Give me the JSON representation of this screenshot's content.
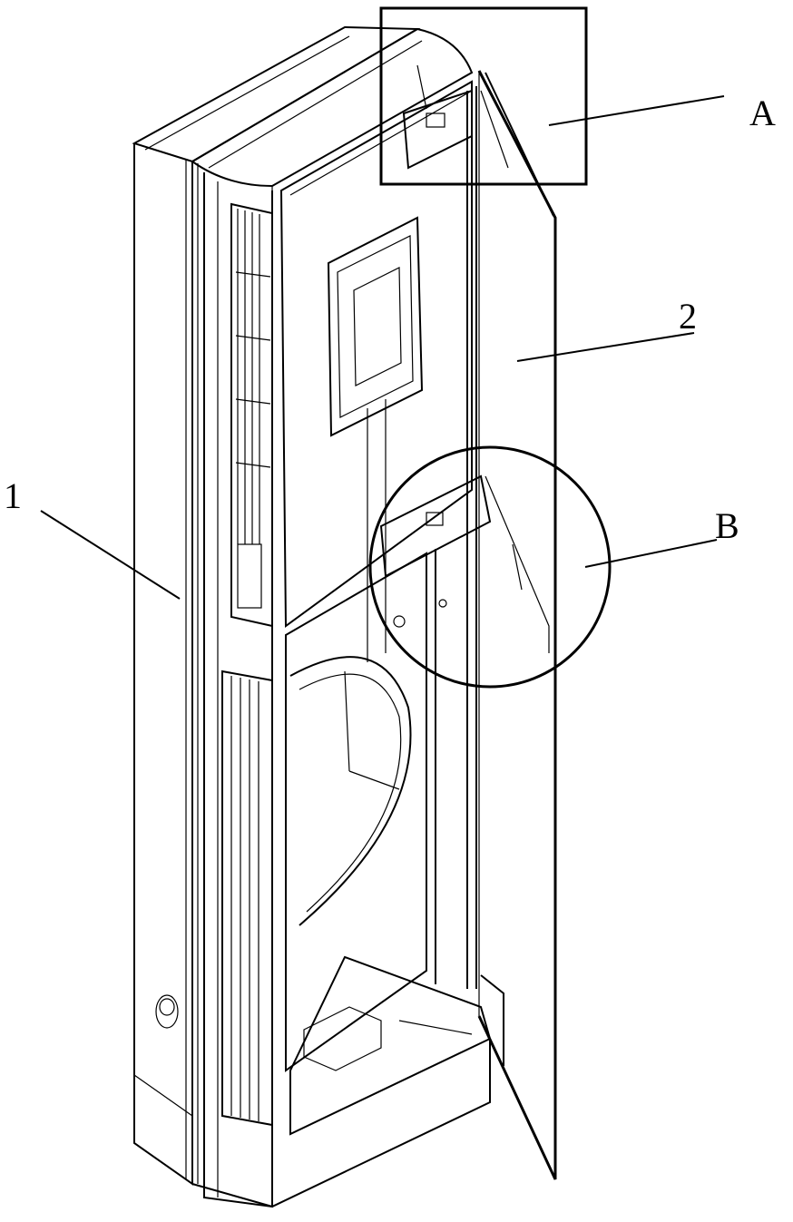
{
  "figure": {
    "callouts": [
      {
        "id": "A",
        "label": "A",
        "target": "detail-box-top-hinge"
      },
      {
        "id": "B",
        "label": "B",
        "target": "detail-circle-middle-hinge"
      },
      {
        "id": "1",
        "label": "1",
        "target": "cabinet-body"
      },
      {
        "id": "2",
        "label": "2",
        "target": "front-door-panel"
      }
    ]
  }
}
